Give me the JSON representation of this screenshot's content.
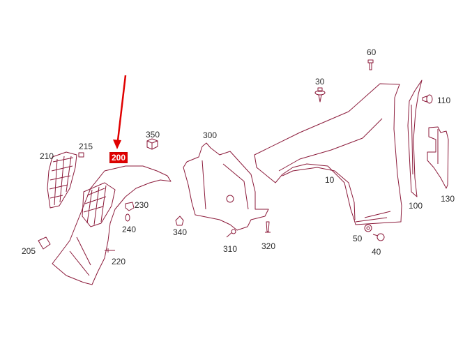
{
  "diagram": {
    "title": "Front fender and wheel arch liner parts diagram",
    "highlight_color": "#e00000",
    "line_color": "#8b1a3a",
    "highlighted_part": "200",
    "labels": [
      {
        "id": "60",
        "text": "60"
      },
      {
        "id": "30",
        "text": "30"
      },
      {
        "id": "110",
        "text": "110"
      },
      {
        "id": "350",
        "text": "350"
      },
      {
        "id": "300",
        "text": "300"
      },
      {
        "id": "215",
        "text": "215"
      },
      {
        "id": "210",
        "text": "210"
      },
      {
        "id": "200",
        "text": "200"
      },
      {
        "id": "10",
        "text": "10"
      },
      {
        "id": "130",
        "text": "130"
      },
      {
        "id": "230",
        "text": "230"
      },
      {
        "id": "100",
        "text": "100"
      },
      {
        "id": "240",
        "text": "240"
      },
      {
        "id": "340",
        "text": "340"
      },
      {
        "id": "50",
        "text": "50"
      },
      {
        "id": "310",
        "text": "310"
      },
      {
        "id": "320",
        "text": "320"
      },
      {
        "id": "40",
        "text": "40"
      },
      {
        "id": "205",
        "text": "205"
      },
      {
        "id": "220",
        "text": "220"
      }
    ]
  }
}
